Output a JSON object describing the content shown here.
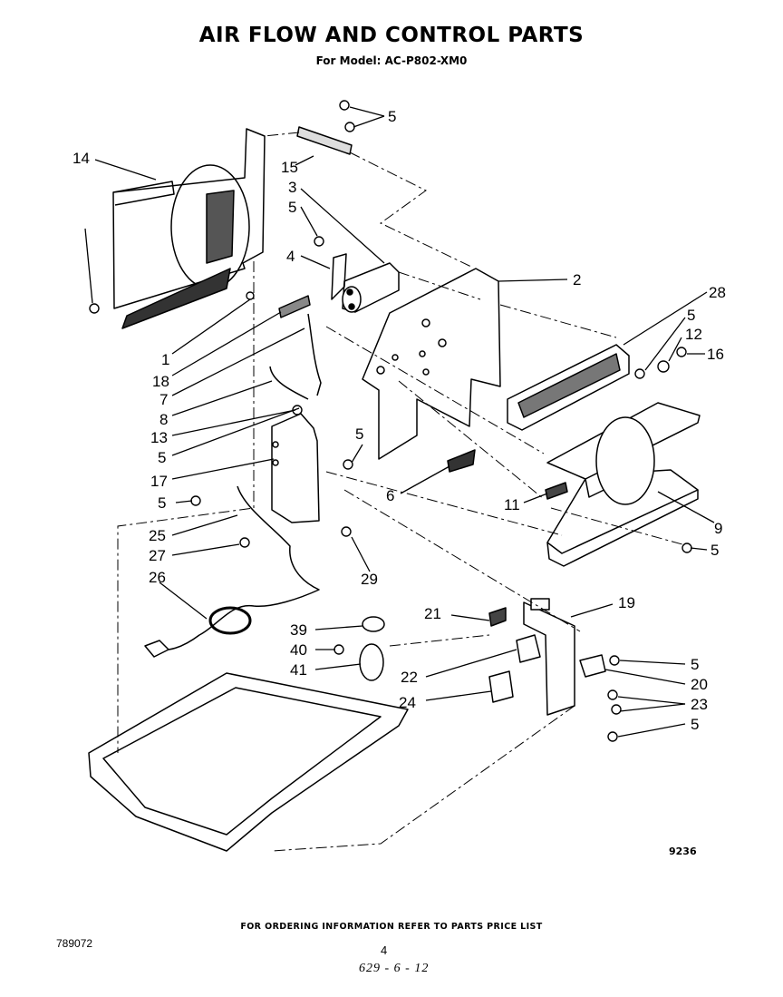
{
  "header": {
    "title": "AIR FLOW AND CONTROL PARTS",
    "subtitle": "For Model: AC-P802-XM0"
  },
  "diagram": {
    "callouts": [
      "14",
      "5",
      "15",
      "3",
      "5",
      "4",
      "2",
      "28",
      "5",
      "12",
      "16",
      "1",
      "18",
      "7",
      "8",
      "13",
      "5",
      "5",
      "17",
      "6",
      "11",
      "9",
      "5",
      "5",
      "25",
      "27",
      "26",
      "29",
      "21",
      "19",
      "39",
      "40",
      "41",
      "22",
      "24",
      "5",
      "20",
      "23",
      "5"
    ]
  },
  "footer": {
    "diagram_ref": "9236",
    "ordering_note": "FOR ORDERING INFORMATION REFER TO PARTS PRICE LIST",
    "doc_number": "789072",
    "page_number": "4",
    "handwritten_code": "629 - 6 - 12"
  }
}
